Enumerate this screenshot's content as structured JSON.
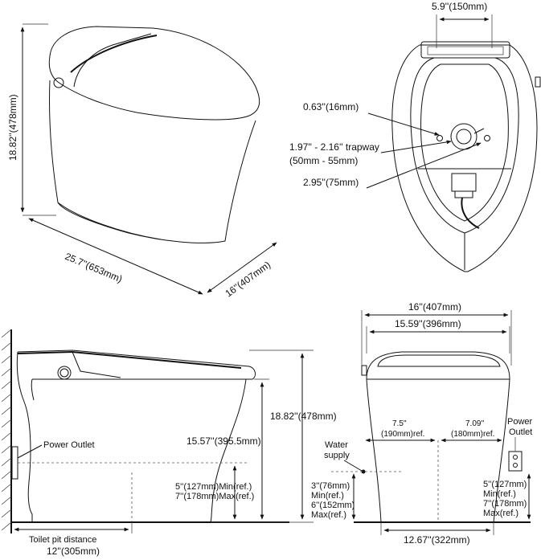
{
  "iso_view": {
    "height": "18.82''(478mm)",
    "length": "25.7''(653mm)",
    "width": "16''(407mm)"
  },
  "top_view": {
    "top_width": "5.9''(150mm)",
    "hole_dia": "0.63''(16mm)",
    "trapway_line1": "1.97'' - 2.16'' trapway",
    "trapway_line2": "(50mm - 55mm)",
    "trap_offset": "2.95''(75mm)"
  },
  "side_view": {
    "height": "18.82''(478mm)",
    "seat_height": "15.57''(395.5mm)",
    "power_outlet": "Power Outlet",
    "outlet_min": "5''(127mm)Min(ref.)",
    "outlet_max": "7''(178mm)Max(ref.)",
    "pit_label": "Toilet pit distance",
    "pit_value": "12''(305mm)"
  },
  "front_view": {
    "outer_width": "16''(407mm)",
    "inner_width": "15.59''(396mm)",
    "left_offset": "7.5''",
    "left_offset_mm": "(190mm)ref.",
    "right_offset": "7.09''",
    "right_offset_mm": "(180mm)ref.",
    "water_supply_1": "Water",
    "water_supply_2": "supply",
    "water_1": "3''(76mm)",
    "water_2": "Min(ref.)",
    "water_3": "6''(152mm)",
    "water_4": "Max(ref.)",
    "power_1": "Power",
    "power_2": "Outlet",
    "outlet_1": "5''(127mm)",
    "outlet_2": "Min(ref.)",
    "outlet_3": "7''(178mm)",
    "outlet_4": "Max(ref.)",
    "base_width": "12.67''(322mm)"
  }
}
